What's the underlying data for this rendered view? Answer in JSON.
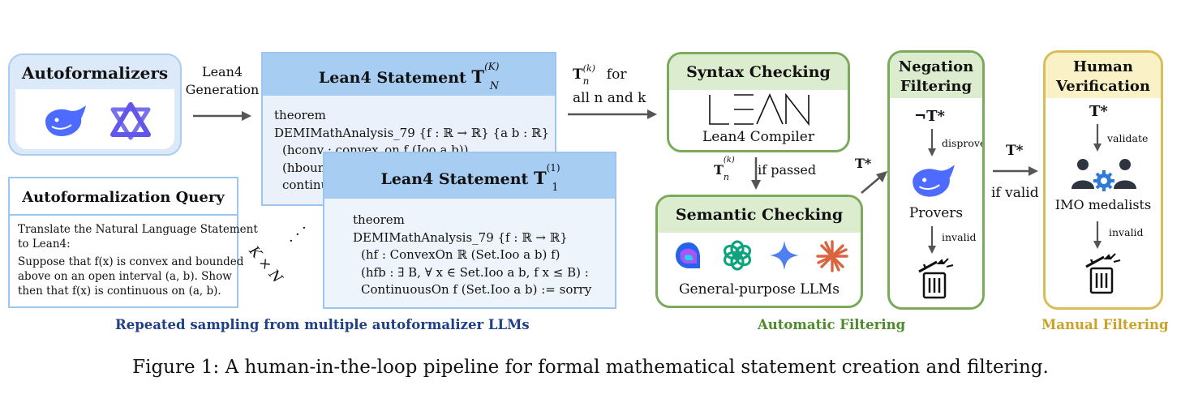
{
  "autoformalizers": {
    "title": "Autoformalizers",
    "icons": [
      "deepseek-whale-icon",
      "qwen-logo-icon"
    ]
  },
  "lean4_generation": {
    "line1": "Lean4",
    "line2": "Generation"
  },
  "statement_back": {
    "title": "Lean4 Statement",
    "symbol": "T",
    "sub": "N",
    "sup": "(K)",
    "lines": [
      "theorem",
      "DEMIMathAnalysis_79 {f : ℝ → ℝ} {a b : ℝ}",
      "(hconv : convex_on f (Ioo a b))",
      "(hboun",
      "continu"
    ]
  },
  "statement_front": {
    "title": "Lean4 Statement",
    "symbol": "T",
    "sub": "1",
    "sup": "(1)",
    "lines": [
      "theorem",
      "DEMIMathAnalysis_79 {f : ℝ → ℝ}",
      "(hf : ConvexOn ℝ (Set.Ioo a b) f)",
      "(hfb : ∃ B, ∀ x ∈ Set.Ioo a b, f x ≤ B) :",
      "ContinuousOn f (Set.Ioo a b) := sorry"
    ]
  },
  "dots_label": "K × N",
  "query": {
    "title": "Autoformalization Query",
    "line1": "Translate the Natural Language Statement",
    "line2": "to Lean4:",
    "line3": "Suppose that f(x) is convex and bounded",
    "line4": "above on an open interval (a, b). Show",
    "line5": "then that f(x) is continuous on (a, b)."
  },
  "repeated_caption": "Repeated sampling from multiple autoformalizer LLMs",
  "for_all": {
    "symbol": "T",
    "sub": "n",
    "sup": "(k)",
    "text1": "for",
    "text2": "all n and k"
  },
  "syntax": {
    "title": "Syntax Checking",
    "logo": "LEAN",
    "caption": "Lean4 Compiler"
  },
  "if_passed": {
    "symbol": "T",
    "sub": "n",
    "sup": "(k)",
    "text": "if passed"
  },
  "semantic": {
    "title": "Semantic Checking",
    "caption": "General-purpose LLMs",
    "icons": [
      "copilot-icon",
      "openai-icon",
      "gemini-icon",
      "claude-icon"
    ]
  },
  "tstar_arrow_label": "T*",
  "negation": {
    "title1": "Negation",
    "title2": "Filtering",
    "neg_label": "¬T*",
    "disprove": "disprove",
    "provers": "Provers",
    "invalid": "invalid"
  },
  "if_valid": {
    "symbol": "T*",
    "text": "if valid"
  },
  "human": {
    "title1": "Human",
    "title2": "Verification",
    "tstar": "T*",
    "validate": "validate",
    "medalists": "IMO medalists",
    "invalid": "invalid"
  },
  "automatic_caption": "Automatic Filtering",
  "manual_caption": "Manual Filtering",
  "figure_caption": "Figure 1: A human-in-the-loop pipeline for formal mathematical statement creation and filtering.",
  "colors": {
    "blue_caption": "#1f3f88",
    "green_caption": "#4f8a2b",
    "gold_caption": "#c9a227"
  }
}
